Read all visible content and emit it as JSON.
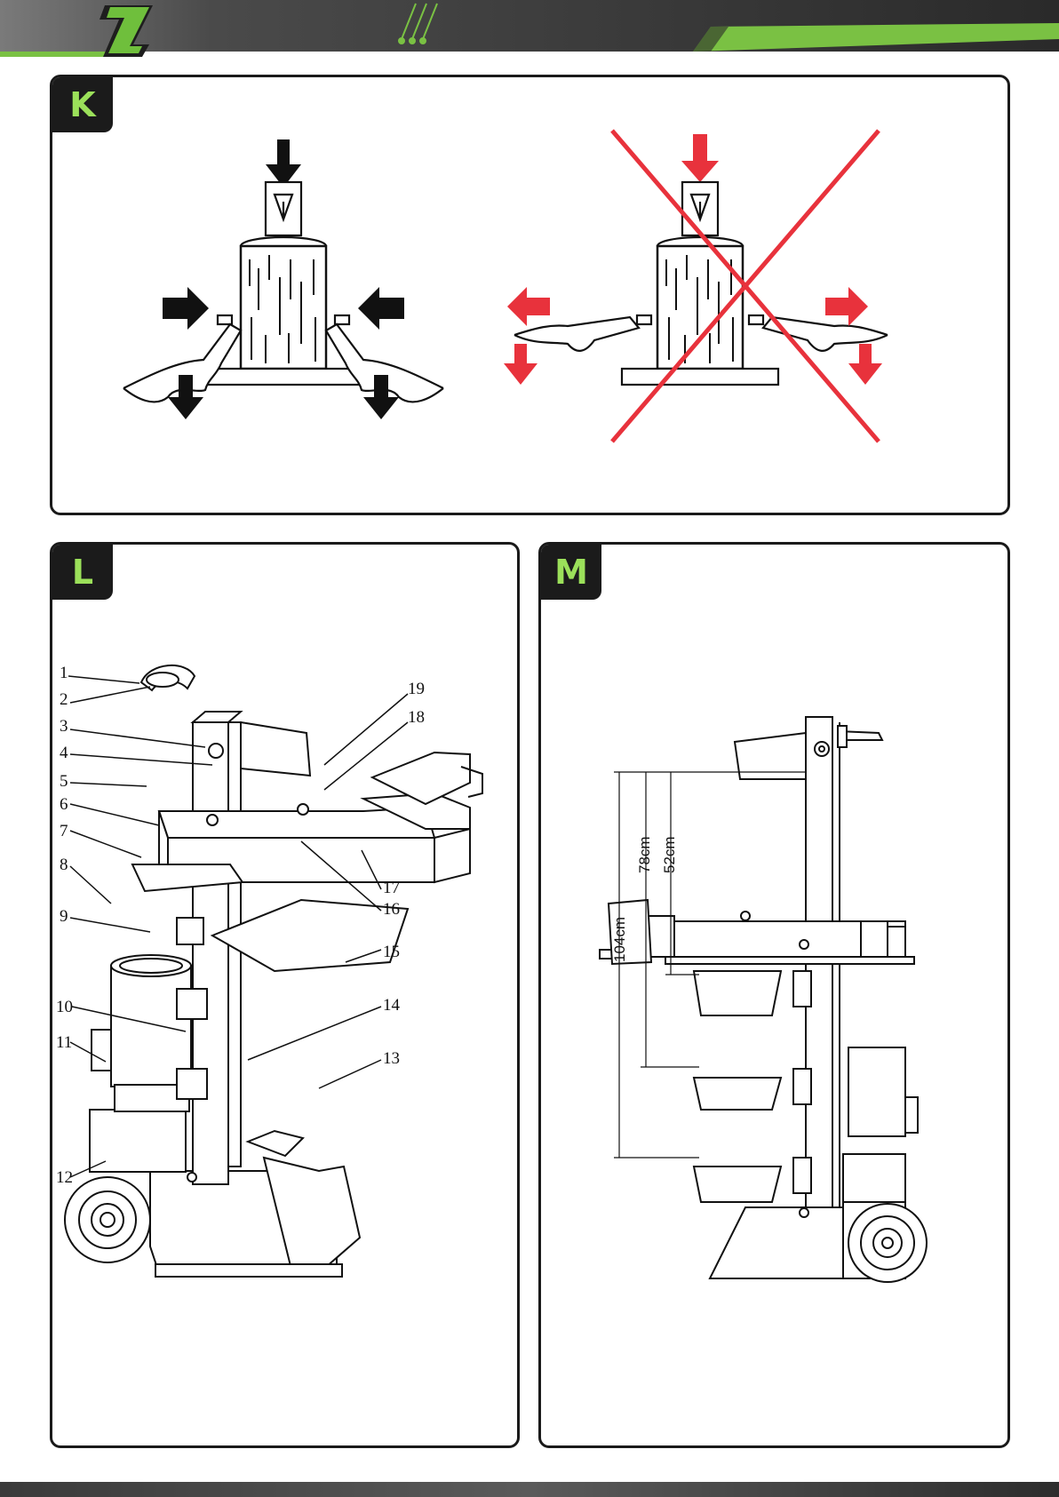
{
  "panels": {
    "k": {
      "tag": "K"
    },
    "l": {
      "tag": "L",
      "part_numbers": [
        "1",
        "2",
        "3",
        "4",
        "5",
        "6",
        "7",
        "8",
        "9",
        "10",
        "11",
        "12",
        "13",
        "14",
        "15",
        "16",
        "17",
        "18",
        "19"
      ]
    },
    "m": {
      "tag": "M",
      "dimensions": [
        "104cm",
        "78cm",
        "52cm"
      ]
    }
  },
  "colors": {
    "accent_green": "#7ac143",
    "tag_text": "#9be05a",
    "warning_red": "#e8323c",
    "frame": "#1a1a1a"
  }
}
